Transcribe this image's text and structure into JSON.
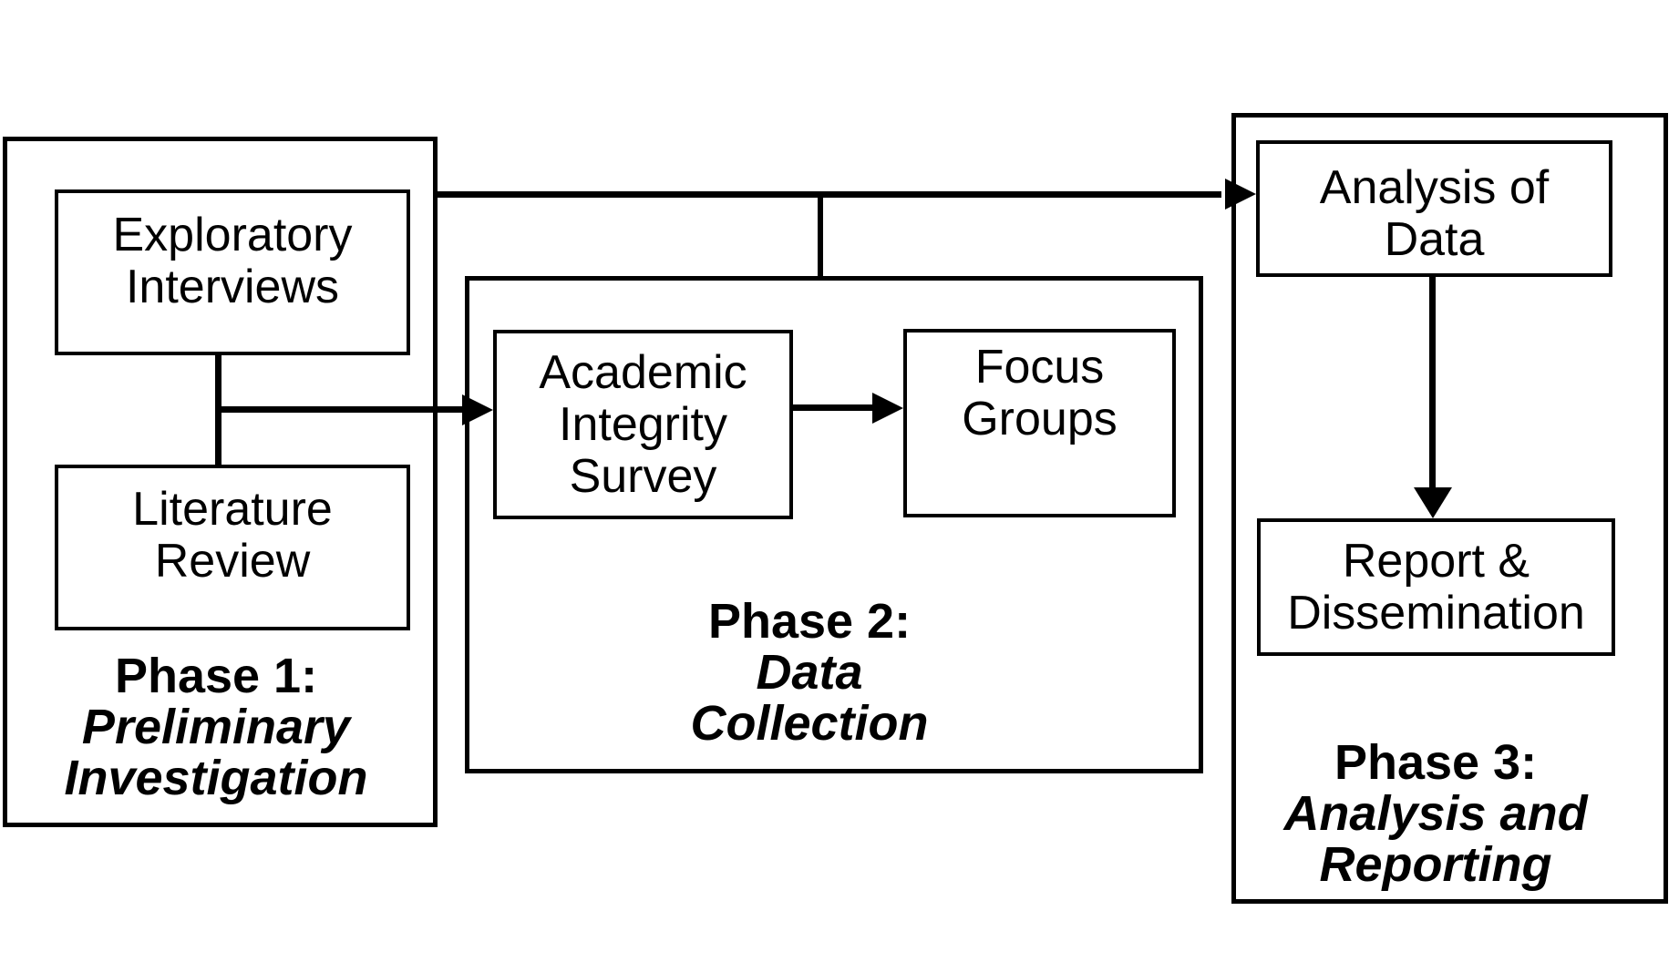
{
  "diagram": {
    "background_color": "#ffffff",
    "line_color": "#000000",
    "phase1": {
      "title": "Phase 1:",
      "subtitle_line1": "Preliminary",
      "subtitle_line2": "Investigation",
      "nodes": {
        "exploratory": {
          "line1": "Exploratory",
          "line2": "Interviews"
        },
        "literature": {
          "line1": "Literature",
          "line2": "Review"
        }
      }
    },
    "phase2": {
      "title": "Phase 2:",
      "subtitle_line1": "Data",
      "subtitle_line2": "Collection",
      "nodes": {
        "survey": {
          "line1": "Academic",
          "line2": "Integrity",
          "line3": "Survey"
        },
        "focus": {
          "line1": "Focus",
          "line2": "Groups"
        }
      }
    },
    "phase3": {
      "title": "Phase 3:",
      "subtitle_line1": "Analysis and",
      "subtitle_line2": "Reporting",
      "nodes": {
        "analysis": {
          "line1": "Analysis of",
          "line2": "Data"
        },
        "report": {
          "line1": "Report &",
          "line2": "Dissemination"
        }
      }
    }
  }
}
